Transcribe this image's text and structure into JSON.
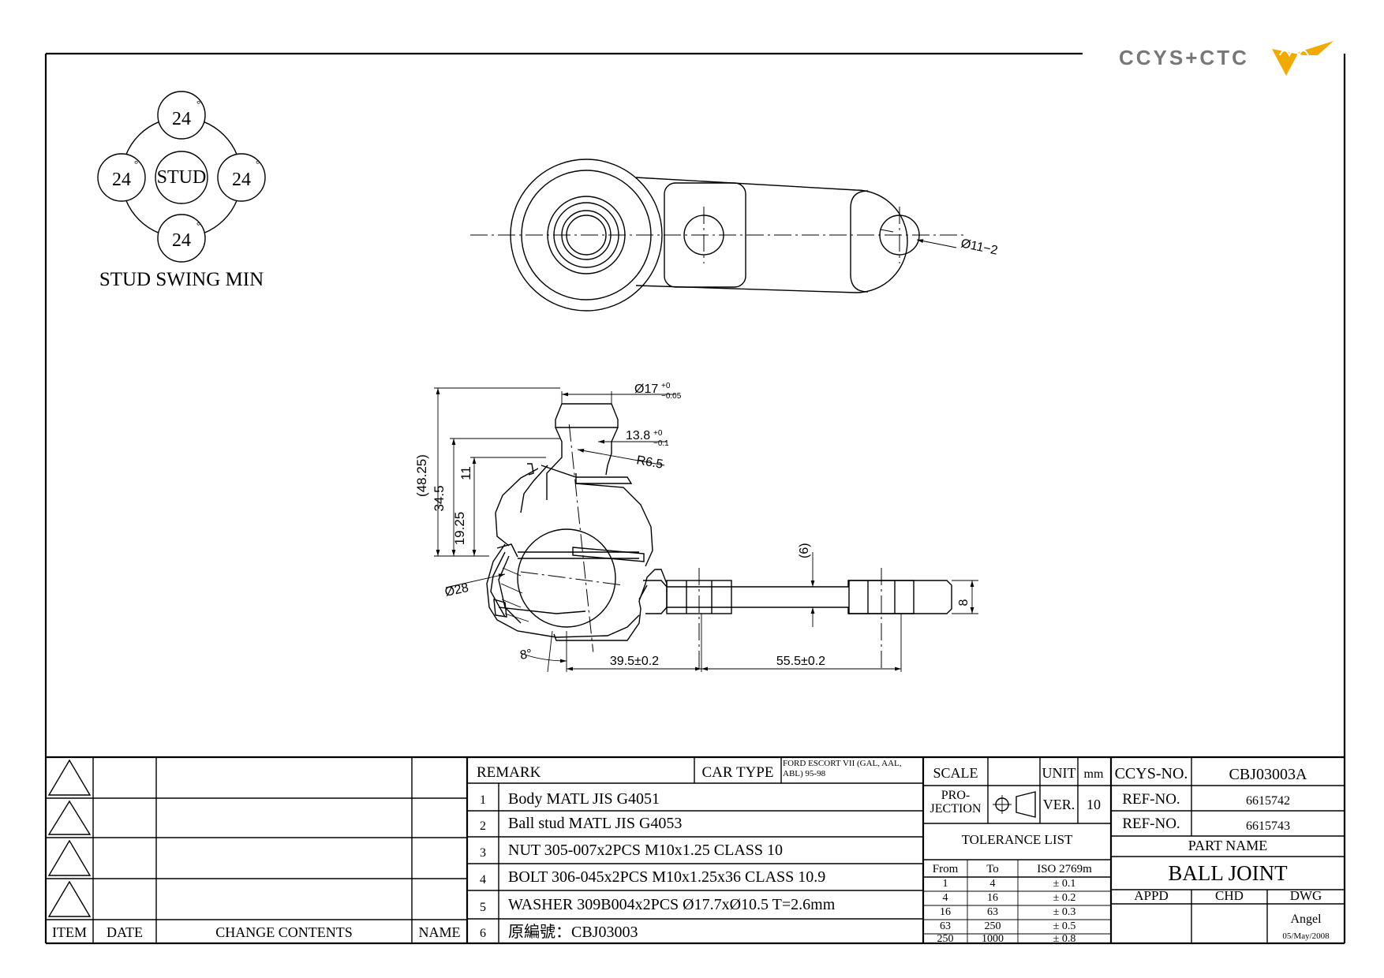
{
  "logo": {
    "text": "CCYS+CTC"
  },
  "stud_swing": {
    "center_label": "STUD",
    "angles": [
      "24",
      "24",
      "24",
      "24"
    ],
    "degree_mark": "°",
    "caption": "STUD SWING MIN"
  },
  "dimensions": {
    "top_hole": "Ø11−2",
    "stud_dia": "Ø17",
    "stud_dia_tol_upper": "+0",
    "stud_dia_tol_lower": "−0.05",
    "taper_dia": "13.8",
    "taper_tol_upper": "+0",
    "taper_tol_lower": "−0.1",
    "radius": "R6.5",
    "height_total": "(48.25)",
    "height_34": "34.5",
    "height_11": "11",
    "height_19": "19.25",
    "ball_dia": "Ø28",
    "angle": "8°",
    "len_1": "39.5±0.2",
    "len_2": "55.5±0.2",
    "arm_thk": "(6)",
    "end_thk": "8"
  },
  "revision_table": {
    "headers": {
      "item": "ITEM",
      "date": "DATE",
      "change": "CHANGE CONTENTS",
      "name": "NAME"
    }
  },
  "remarks": {
    "header": "REMARK",
    "car_type_label": "CAR TYPE",
    "car_type_value": "FORD ESCORT VII (GAL, AAL, ABL) 95-98",
    "items": [
      {
        "no": "1",
        "text": "Body MATL JIS G4051"
      },
      {
        "no": "2",
        "text": "Ball stud MATL JIS G4053"
      },
      {
        "no": "3",
        "text": "NUT 305-007x2PCS M10x1.25 CLASS 10"
      },
      {
        "no": "4",
        "text": "BOLT 306-045x2PCS M10x1.25x36 CLASS 10.9"
      },
      {
        "no": "5",
        "text": "WASHER 309B004x2PCS Ø17.7xØ10.5 T=2.6mm"
      },
      {
        "no": "6",
        "text": "原編號：CBJ03003"
      }
    ]
  },
  "title_block": {
    "scale_label": "SCALE",
    "unit_label": "UNIT",
    "unit_value": "mm",
    "projection_label": "PRO-JECTION",
    "ver_label": "VER.",
    "ver_value": "10",
    "ccys_label": "CCYS-NO.",
    "ccys_value": "CBJ03003A",
    "ref_label": "REF-NO.",
    "ref_values": [
      "6615742",
      "6615743"
    ],
    "part_name_label": "PART NAME",
    "part_name": "BALL JOINT",
    "appd": "APPD",
    "chd": "CHD",
    "dwg": "DWG",
    "drawer": "Angel",
    "date": "05/May/2008"
  },
  "tolerance": {
    "title": "TOLERANCE LIST",
    "from": "From",
    "to": "To",
    "iso": "ISO 2769m",
    "rows": [
      {
        "from": "1",
        "to": "4",
        "tol": "± 0.1"
      },
      {
        "from": "4",
        "to": "16",
        "tol": "± 0.2"
      },
      {
        "from": "16",
        "to": "63",
        "tol": "± 0.3"
      },
      {
        "from": "63",
        "to": "250",
        "tol": "± 0.5"
      },
      {
        "from": "250",
        "to": "1000",
        "tol": "± 0.8"
      }
    ]
  }
}
